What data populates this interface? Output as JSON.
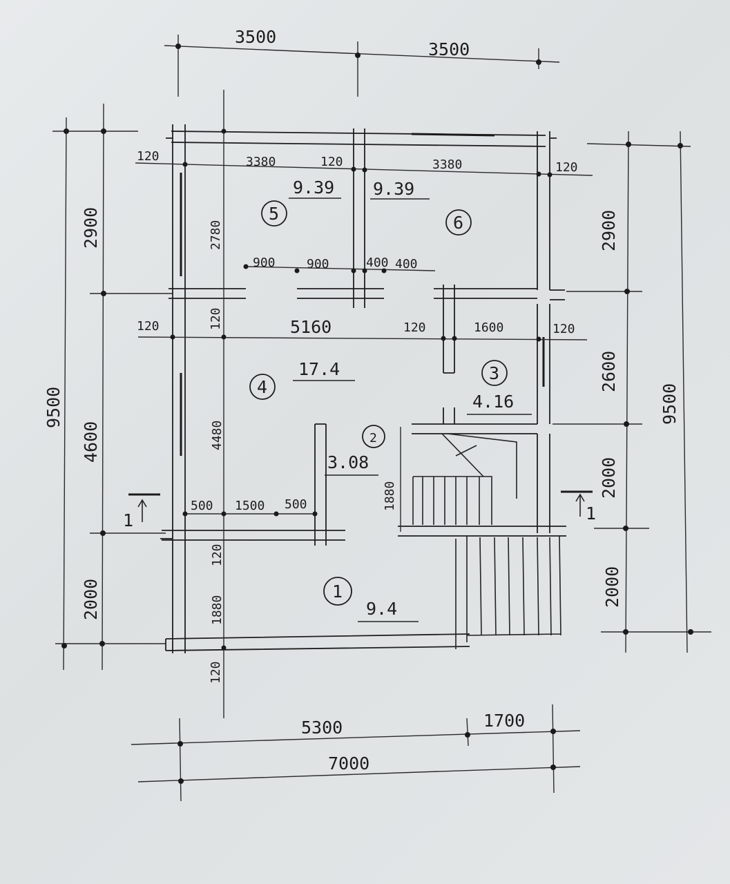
{
  "plan": {
    "top_dims": [
      "3500",
      "3500"
    ],
    "bottom_dims": [
      "5300",
      "1700"
    ],
    "bottom_total": "7000",
    "row_top": [
      "120",
      "3380",
      "120",
      "3380",
      "120"
    ],
    "room5": {
      "label": "5",
      "area": "9.39",
      "height": "2780"
    },
    "room6": {
      "label": "6",
      "area": "9.39"
    },
    "door_dims": [
      "900",
      "900",
      "400",
      "400"
    ],
    "row_mid": [
      "120",
      "120",
      "5160",
      "120",
      "1600",
      "120"
    ],
    "room4": {
      "label": "4",
      "area": "17.4",
      "height": "4480"
    },
    "room3": {
      "label": "3",
      "area": "4.16"
    },
    "room2": {
      "label": "2",
      "area": "3.08",
      "stair": "1880"
    },
    "row_low": [
      "500",
      "1500",
      "500"
    ],
    "room1": {
      "label": "1",
      "area": "9.4",
      "height": "1880",
      "wall": "120"
    },
    "bottom_wall": "120",
    "left_dims": [
      "2900",
      "4600",
      "2000"
    ],
    "left_total": "9500",
    "right_dims": [
      "2900",
      "2600",
      "2000",
      "2000"
    ],
    "right_total": "9500",
    "section_marks": [
      "1",
      "1"
    ]
  }
}
